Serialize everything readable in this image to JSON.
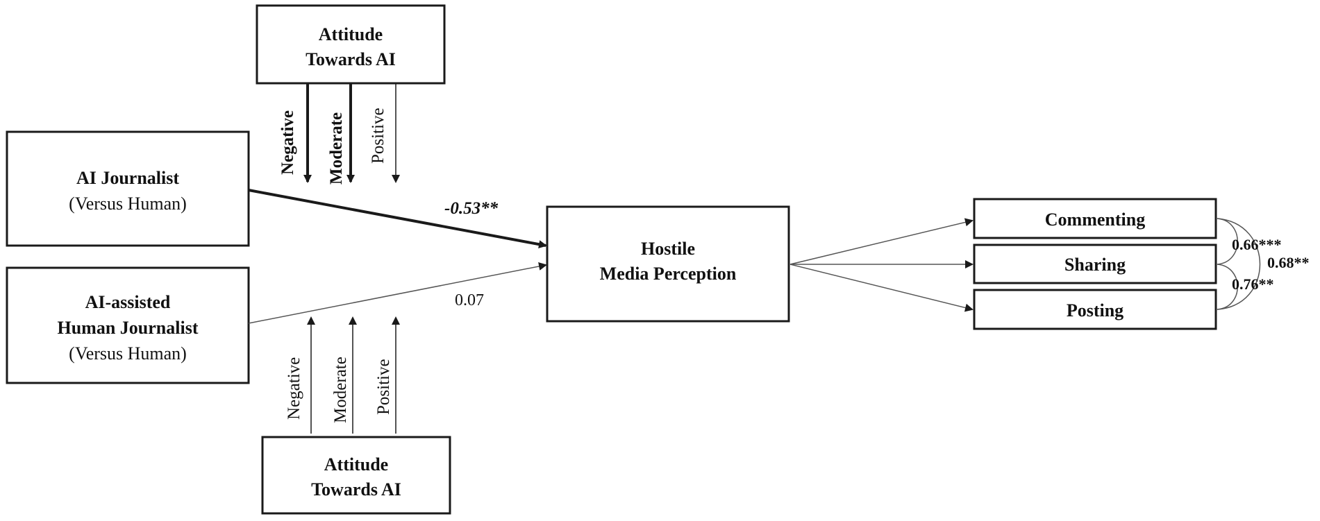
{
  "nodes": {
    "attitude_top": {
      "line1": "Attitude",
      "line2": "Towards AI"
    },
    "attitude_bottom": {
      "line1": "Attitude",
      "line2": "Towards AI"
    },
    "ai_journalist": {
      "line1": "AI Journalist",
      "line2": "(Versus Human)"
    },
    "ai_assisted": {
      "line1": "AI-assisted",
      "line2": "Human Journalist",
      "line3": "(Versus Human)"
    },
    "hostile": {
      "line1": "Hostile",
      "line2": "Media Perception"
    },
    "commenting": {
      "label": "Commenting"
    },
    "sharing": {
      "label": "Sharing"
    },
    "posting": {
      "label": "Posting"
    }
  },
  "moderator_levels_top": {
    "negative": "Negative",
    "moderate": "Moderate",
    "positive": "Positive"
  },
  "moderator_levels_bottom": {
    "negative": "Negative",
    "moderate": "Moderate",
    "positive": "Positive"
  },
  "paths": {
    "ai_to_hmp": "-0.53**",
    "assisted_to_hmp": "0.07"
  },
  "correlations": {
    "commenting_sharing": "0.66***",
    "commenting_posting": "0.68**",
    "sharing_posting": "0.76**"
  },
  "colors": {
    "stroke": "#1a1a1a",
    "text": "#111111",
    "thin_line": "#555555"
  }
}
